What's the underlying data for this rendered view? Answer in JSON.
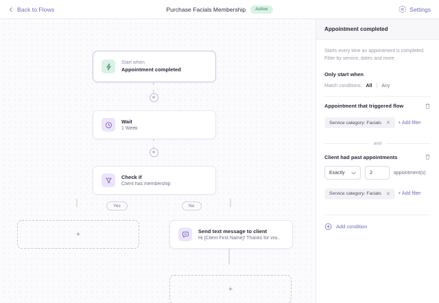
{
  "header": {
    "back_label": "Back to Flows",
    "back_icon": "chevron-left-icon",
    "flow_title": "Purchase Facials Membership",
    "status_badge": "Active",
    "settings_label": "Settings",
    "settings_icon": "gear-icon",
    "badge_color": "#d9f2e4",
    "badge_text_color": "#2f7a5c",
    "link_color": "#6b6bbd"
  },
  "canvas": {
    "nodes": [
      {
        "id": "trigger",
        "icon": "lightning-bolt-icon",
        "icon_bg": "#d8f3e6",
        "sub_label": "Start when",
        "title": "Appointment completed"
      },
      {
        "id": "wait",
        "icon": "clock-icon",
        "icon_bg": "#ece4fb",
        "title": "Wait",
        "detail": "1 Week"
      },
      {
        "id": "condition",
        "icon": "funnel-icon",
        "icon_bg": "#ece4fb",
        "title": "Check if",
        "detail": "Client has membership"
      },
      {
        "id": "sms",
        "icon": "chat-bubble-icon",
        "icon_bg": "#ece4fb",
        "title": "Send text message to client",
        "detail": "Hi [Client First Name]! Thanks for visi.."
      }
    ],
    "branch_labels": {
      "yes": "Yes",
      "no": "No"
    },
    "add_step_glyph": "+",
    "placeholder_glyph": "+"
  },
  "panel": {
    "title": "Appointment completed",
    "description": "Starts every time an appointment is completed. Filter by service, dates and more.",
    "only_start_when": "Only start when",
    "match_conditions_label": "Match conditions:",
    "match_all": "All",
    "match_any": "Any",
    "match_separator": "|",
    "conditions": [
      {
        "title": "Appointment that triggered flow",
        "delete_icon": "trash-icon",
        "chips": [
          {
            "label": "Service category: Facials",
            "remove_icon": "close-icon"
          }
        ],
        "add_filter": "+ Add filter"
      },
      {
        "title": "Client had past appointments",
        "delete_icon": "trash-icon",
        "operator": "Exactly",
        "operator_icon": "chevron-down-icon",
        "count": "2",
        "unit": "appointment(s)",
        "chips": [
          {
            "label": "Service category: Facials",
            "remove_icon": "close-icon"
          }
        ],
        "add_filter": "+ Add filter"
      }
    ],
    "joiner": "and",
    "add_condition": "Add condition",
    "add_condition_icon": "circle-plus-icon"
  }
}
